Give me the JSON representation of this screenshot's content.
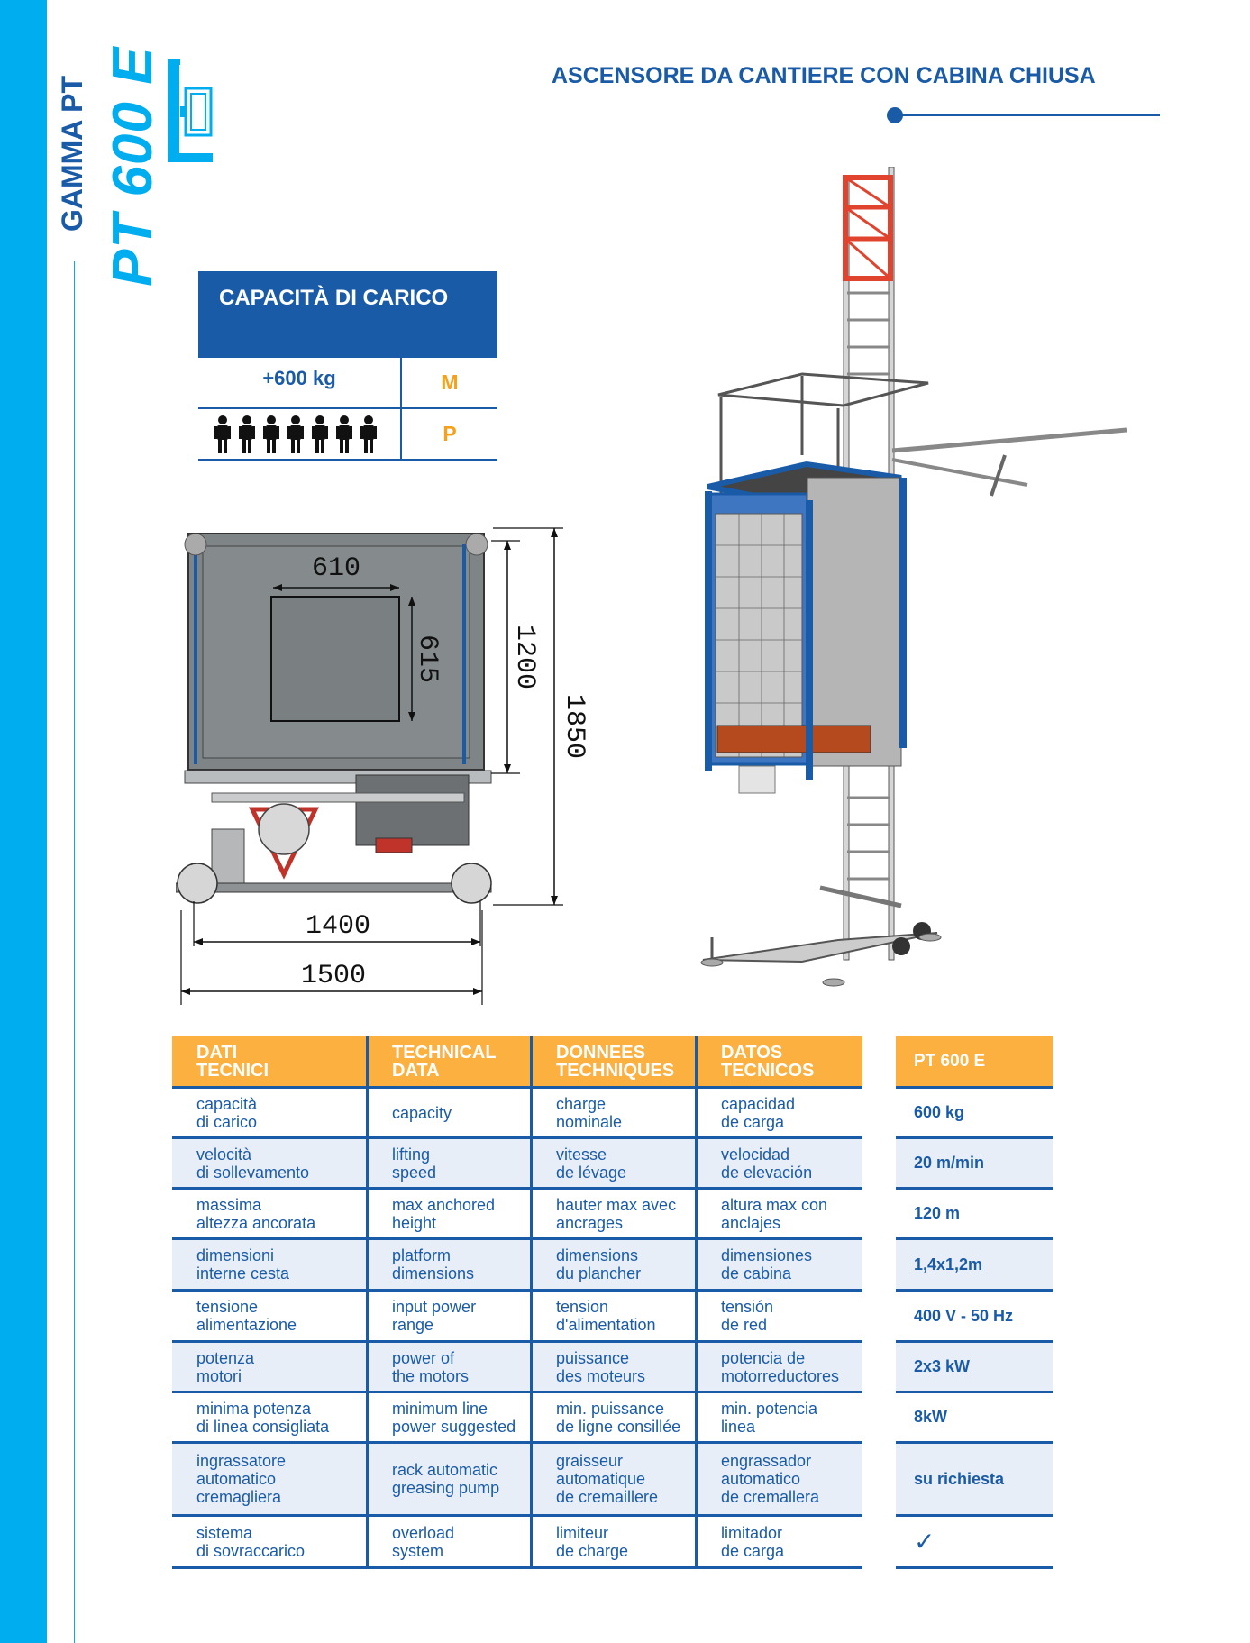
{
  "sidebar": {
    "gamma": "GAMMA PT",
    "model": "PT 600 E"
  },
  "title": "ASCENSORE DA CANTIERE CON CABINA CHIUSA",
  "capacity": {
    "header": "CAPACITÀ DI CARICO",
    "weight": "+600 kg",
    "unit_weight": "M",
    "unit_people": "P",
    "people_count": 7
  },
  "drawing": {
    "dim_610": "610",
    "dim_615": "615",
    "dim_1200": "1200",
    "dim_1850": "1850",
    "dim_1400": "1400",
    "dim_1500": "1500"
  },
  "spec": {
    "headers": [
      [
        "DATI",
        "TECNICI"
      ],
      [
        "TECHNICAL",
        "DATA"
      ],
      [
        "DONNEES",
        "TECHNIQUES"
      ],
      [
        "DATOS",
        "TECNICOS"
      ]
    ],
    "model_header": "PT 600 E",
    "rows": [
      {
        "it": [
          "capacità",
          "di carico"
        ],
        "en": [
          "capacity"
        ],
        "fr": [
          "charge",
          "nominale"
        ],
        "es": [
          "capacidad",
          "de carga"
        ],
        "value": "600 kg"
      },
      {
        "it": [
          "velocità",
          "di sollevamento"
        ],
        "en": [
          "lifting",
          "speed"
        ],
        "fr": [
          "vitesse",
          "de lévage"
        ],
        "es": [
          "velocidad",
          "de elevación"
        ],
        "value": "20 m/min"
      },
      {
        "it": [
          "massima",
          "altezza ancorata"
        ],
        "en": [
          "max anchored",
          "height"
        ],
        "fr": [
          "hauter max avec",
          "ancrages"
        ],
        "es": [
          "altura max con",
          "anclajes"
        ],
        "value": "120 m"
      },
      {
        "it": [
          "dimensioni",
          "interne cesta"
        ],
        "en": [
          "platform",
          "dimensions"
        ],
        "fr": [
          "dimensions",
          "du plancher"
        ],
        "es": [
          "dimensiones",
          "de cabina"
        ],
        "value": "1,4x1,2m"
      },
      {
        "it": [
          "tensione",
          "alimentazione"
        ],
        "en": [
          "input power",
          "range"
        ],
        "fr": [
          "tension",
          "d'alimentation"
        ],
        "es": [
          "tensión",
          "de red"
        ],
        "value": "400 V - 50 Hz"
      },
      {
        "it": [
          "potenza",
          "motori"
        ],
        "en": [
          "power of",
          "the motors"
        ],
        "fr": [
          "puissance",
          "des moteurs"
        ],
        "es": [
          "potencia de",
          "motorreductores"
        ],
        "value": "2x3 kW"
      },
      {
        "it": [
          "minima potenza",
          "di linea consigliata"
        ],
        "en": [
          "minimum line",
          "power suggested"
        ],
        "fr": [
          "min. puissance",
          "de ligne consillée"
        ],
        "es": [
          "min. potencia",
          "linea"
        ],
        "value": "8kW"
      },
      {
        "it": [
          "ingrassatore",
          "automatico",
          "cremagliera"
        ],
        "en": [
          "rack automatic",
          "greasing pump"
        ],
        "fr": [
          "graisseur",
          "automatique",
          "de cremaillere"
        ],
        "es": [
          "engrassador",
          "automatico",
          "de cremallera"
        ],
        "value": "su richiesta"
      },
      {
        "it": [
          "sistema",
          "di sovraccarico"
        ],
        "en": [
          "overload",
          "system"
        ],
        "fr": [
          "limiteur",
          "de charge"
        ],
        "es": [
          "limitador",
          "de carga"
        ],
        "value": "✓"
      }
    ]
  }
}
